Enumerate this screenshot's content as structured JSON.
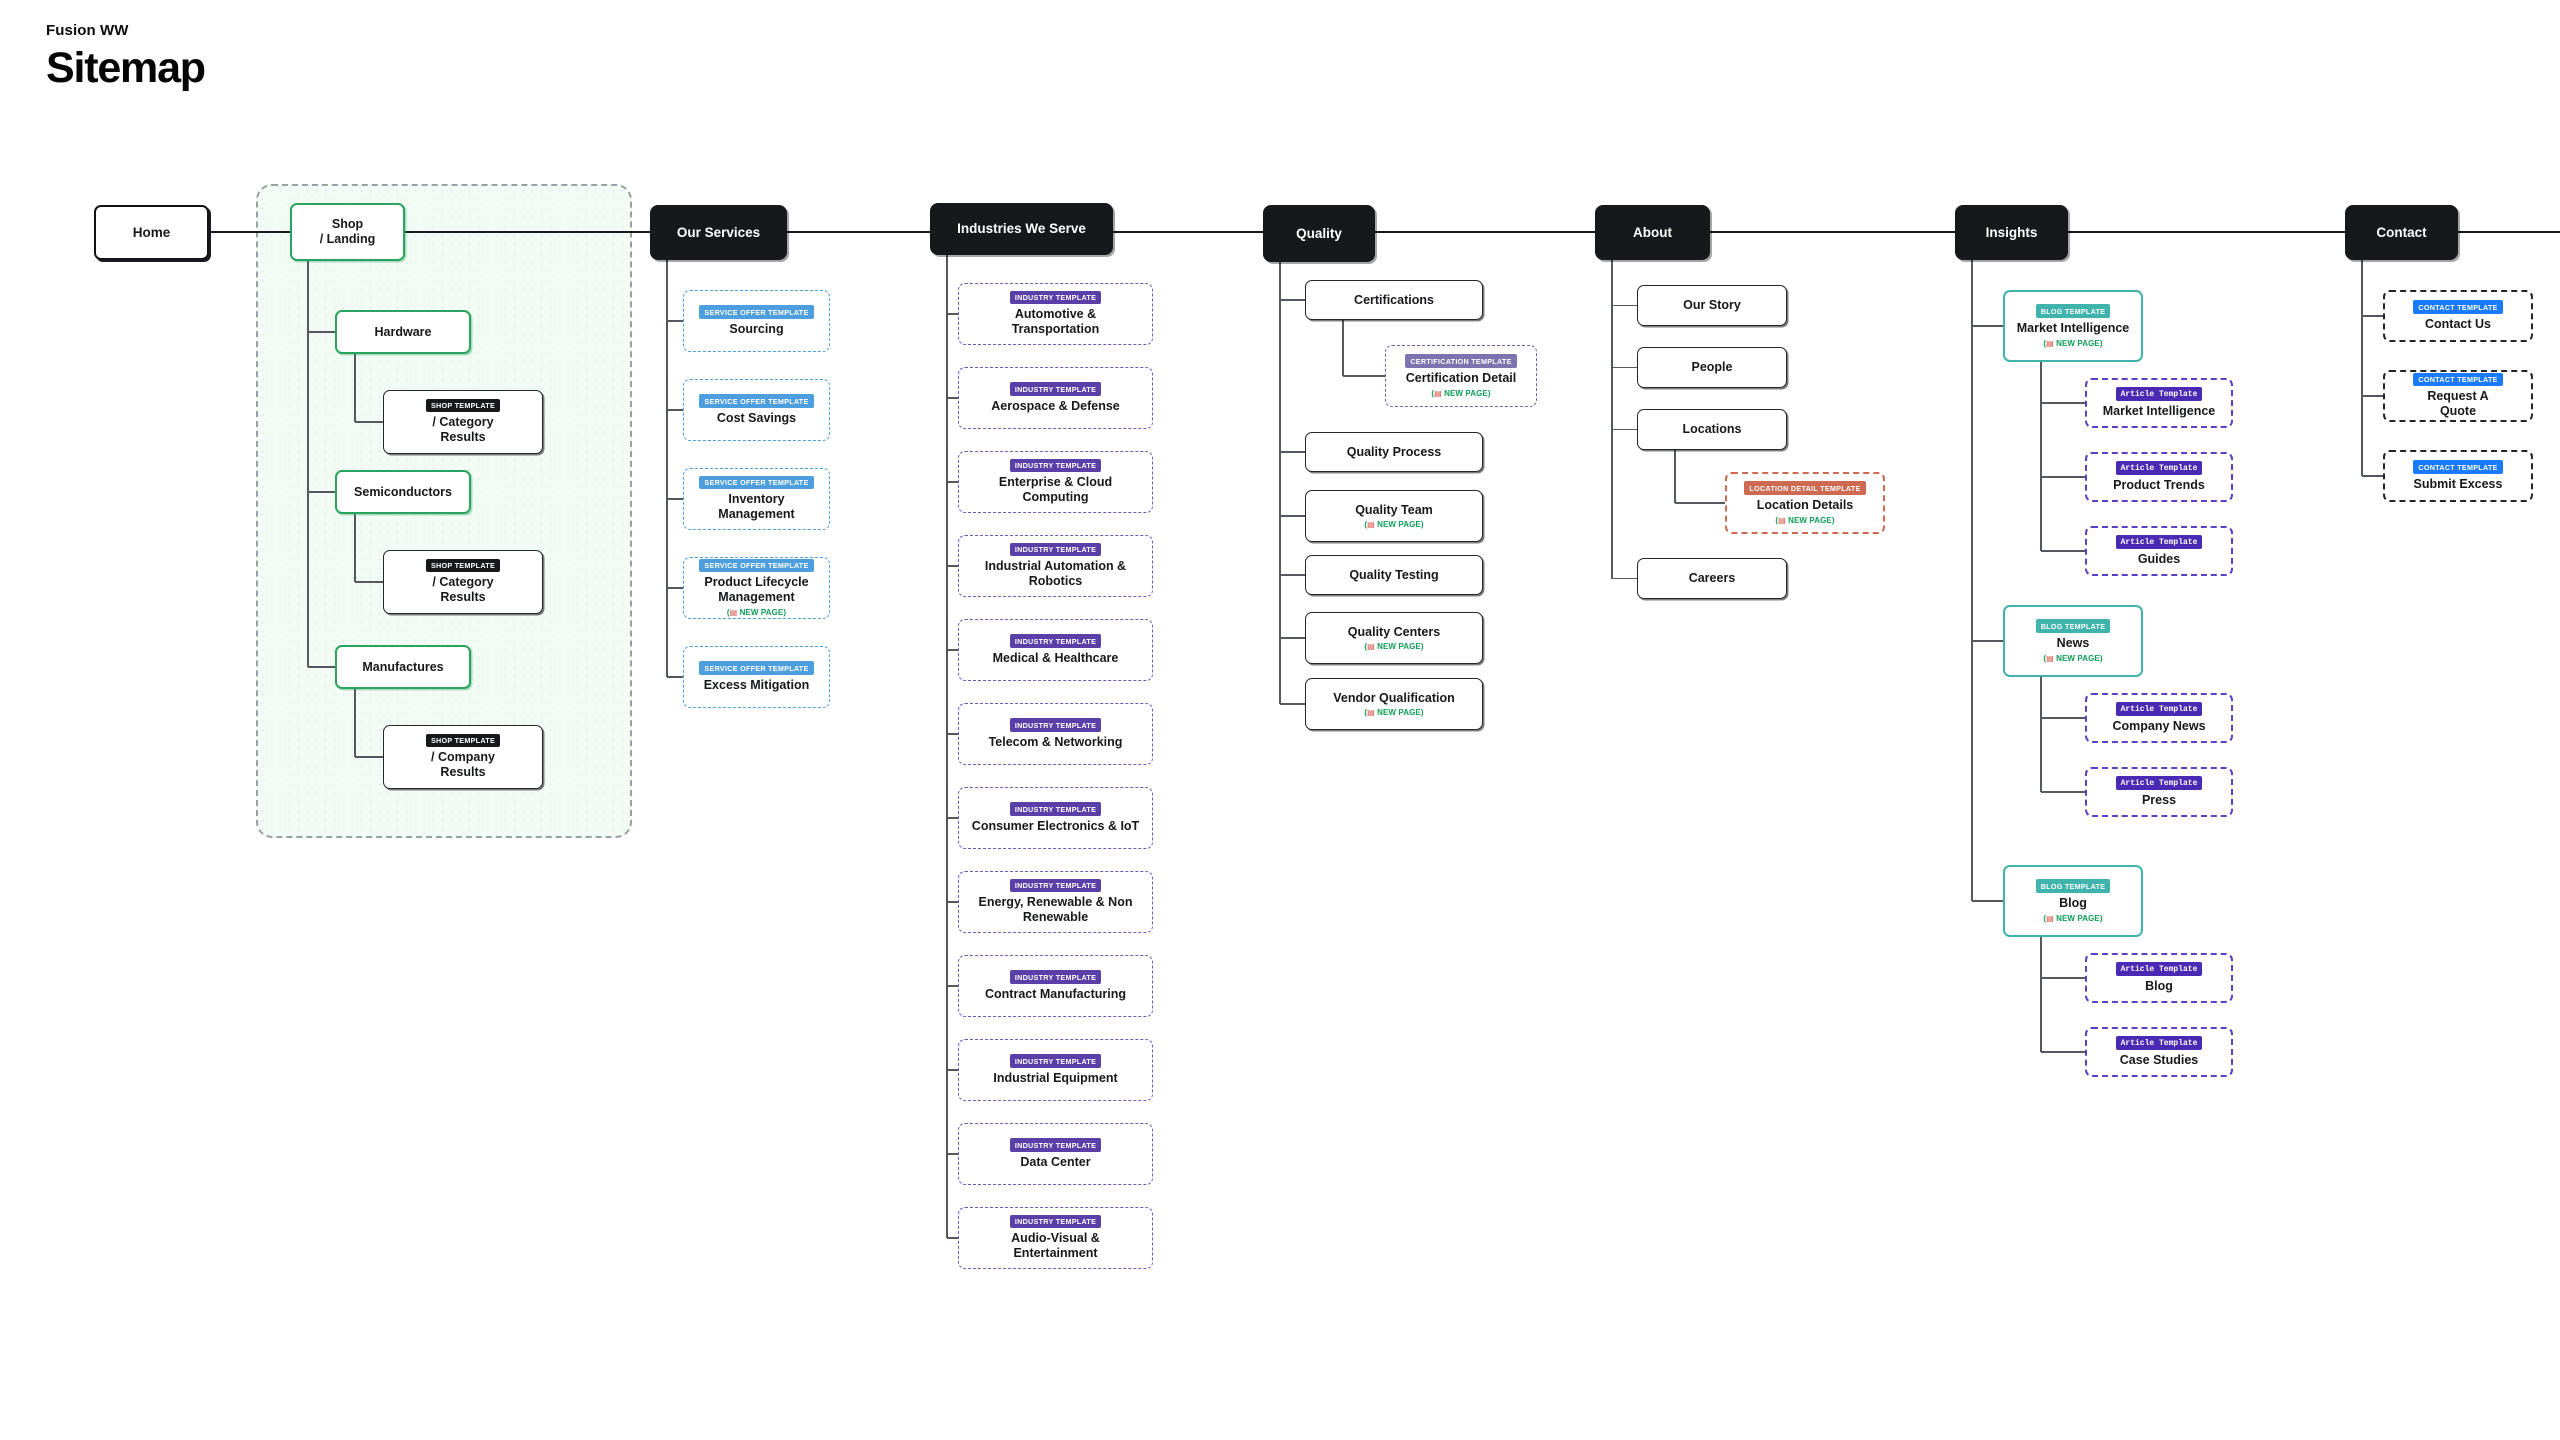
{
  "header": {
    "brand": "Fusion WW",
    "title": "Sitemap"
  },
  "labels": {
    "new_page": "NEW PAGE",
    "new_page_icon": "▤",
    "badge_shop": "SHOP TEMPLATE",
    "badge_service": "SERVICE OFFER TEMPLATE",
    "badge_industry": "INDUSTRY TEMPLATE",
    "badge_certification": "CERTIFICATION TEMPLATE",
    "badge_location": "LOCATION DETAIL TEMPLATE",
    "badge_blog": "BLOG TEMPLATE",
    "badge_article": "Article Template",
    "badge_contact": "CONTACT TEMPLATE"
  },
  "colors": {
    "root": "#111316",
    "black": "#17181b",
    "green": "#2aa35f",
    "service": "#4d9ede",
    "industry": "#5b3fa8",
    "certification": "#7d73ae",
    "location": "#cf6a52",
    "blog": "#3fb3ac",
    "article": "#4a29b5",
    "contact": "#1a7bff",
    "newpage": "#0f9d58"
  },
  "root": {
    "label": "Home"
  },
  "shop": {
    "root": {
      "label": "Shop\n/ Landing"
    },
    "children": [
      {
        "label": "Hardware",
        "child": {
          "badge": "SHOP TEMPLATE",
          "label": "/ Category\nResults"
        }
      },
      {
        "label": "Semiconductors",
        "child": {
          "badge": "SHOP TEMPLATE",
          "label": "/ Category\nResults"
        }
      },
      {
        "label": "Manufactures",
        "child": {
          "badge": "SHOP TEMPLATE",
          "label": "/ Company\nResults"
        }
      }
    ]
  },
  "sections": [
    {
      "id": "our-services",
      "title": "Our Services",
      "items": [
        {
          "badge": "SERVICE OFFER TEMPLATE",
          "label": "Sourcing",
          "new_page": false
        },
        {
          "badge": "SERVICE OFFER TEMPLATE",
          "label": "Cost Savings",
          "new_page": false
        },
        {
          "badge": "SERVICE OFFER TEMPLATE",
          "label": "Inventory\nManagement",
          "new_page": false
        },
        {
          "badge": "SERVICE OFFER TEMPLATE",
          "label": "Product Lifecycle\nManagement",
          "new_page": true
        },
        {
          "badge": "SERVICE OFFER TEMPLATE",
          "label": "Excess Mitigation",
          "new_page": false
        }
      ]
    },
    {
      "id": "industries-we-serve",
      "title": "Industries We Serve",
      "items": [
        {
          "badge": "INDUSTRY TEMPLATE",
          "label": "Automotive &\nTransportation"
        },
        {
          "badge": "INDUSTRY TEMPLATE",
          "label": "Aerospace & Defense"
        },
        {
          "badge": "INDUSTRY TEMPLATE",
          "label": "Enterprise & Cloud\nComputing"
        },
        {
          "badge": "INDUSTRY TEMPLATE",
          "label": "Industrial Automation &\nRobotics"
        },
        {
          "badge": "INDUSTRY TEMPLATE",
          "label": "Medical & Healthcare"
        },
        {
          "badge": "INDUSTRY TEMPLATE",
          "label": "Telecom & Networking"
        },
        {
          "badge": "INDUSTRY TEMPLATE",
          "label": "Consumer Electronics & IoT"
        },
        {
          "badge": "INDUSTRY TEMPLATE",
          "label": "Energy, Renewable & Non\nRenewable"
        },
        {
          "badge": "INDUSTRY TEMPLATE",
          "label": "Contract Manufacturing"
        },
        {
          "badge": "INDUSTRY TEMPLATE",
          "label": "Industrial Equipment"
        },
        {
          "badge": "INDUSTRY TEMPLATE",
          "label": "Data Center"
        },
        {
          "badge": "INDUSTRY TEMPLATE",
          "label": "Audio-Visual &\nEntertainment"
        }
      ]
    },
    {
      "id": "quality",
      "title": "Quality",
      "items": [
        {
          "label": "Certifications",
          "new_page": false,
          "child": {
            "badge": "CERTIFICATION TEMPLATE",
            "label": "Certification Detail",
            "new_page": true
          }
        },
        {
          "label": "Quality Process",
          "new_page": false
        },
        {
          "label": "Quality Team",
          "new_page": true
        },
        {
          "label": "Quality Testing",
          "new_page": false
        },
        {
          "label": "Quality Centers",
          "new_page": true
        },
        {
          "label": "Vendor Qualification",
          "new_page": true
        }
      ]
    },
    {
      "id": "about",
      "title": "About",
      "items": [
        {
          "label": "Our Story"
        },
        {
          "label": "People"
        },
        {
          "label": "Locations",
          "child": {
            "badge": "LOCATION DETAIL TEMPLATE",
            "label": "Location Details",
            "new_page": true
          }
        },
        {
          "label": "Careers"
        }
      ]
    },
    {
      "id": "insights",
      "title": "Insights",
      "items": [
        {
          "badge": "BLOG TEMPLATE",
          "label": "Market Intelligence",
          "new_page": true,
          "children": [
            {
              "badge": "Article Template",
              "label": "Market Intelligence"
            },
            {
              "badge": "Article Template",
              "label": "Product Trends"
            },
            {
              "badge": "Article Template",
              "label": "Guides"
            }
          ]
        },
        {
          "badge": "BLOG TEMPLATE",
          "label": "News",
          "new_page": true,
          "children": [
            {
              "badge": "Article Template",
              "label": "Company News"
            },
            {
              "badge": "Article Template",
              "label": "Press"
            }
          ]
        },
        {
          "badge": "BLOG TEMPLATE",
          "label": "Blog",
          "new_page": true,
          "children": [
            {
              "badge": "Article Template",
              "label": "Blog"
            },
            {
              "badge": "Article Template",
              "label": "Case Studies"
            }
          ]
        }
      ]
    },
    {
      "id": "contact",
      "title": "Contact",
      "items": [
        {
          "badge": "CONTACT TEMPLATE",
          "label": "Contact Us"
        },
        {
          "badge": "CONTACT TEMPLATE",
          "label": "Request A\nQuote"
        },
        {
          "badge": "CONTACT TEMPLATE",
          "label": "Submit Excess"
        }
      ]
    }
  ]
}
